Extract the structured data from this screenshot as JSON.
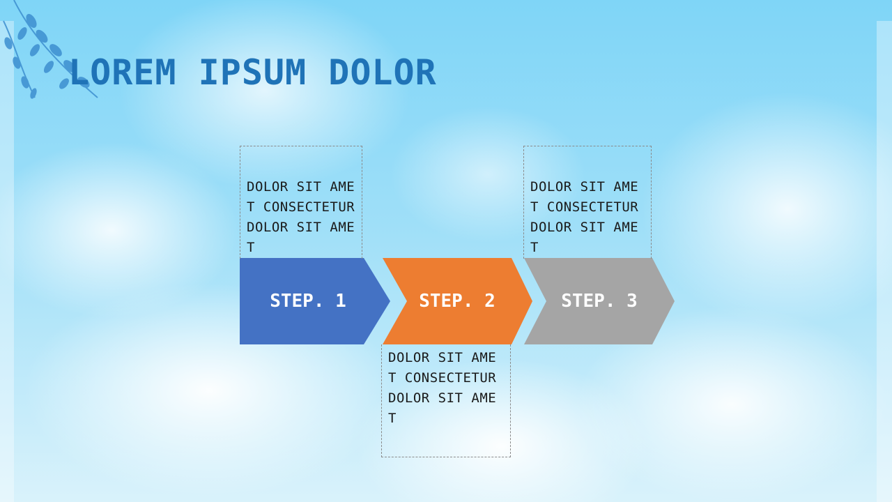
{
  "title": "LOREM IPSUM DOLOR",
  "steps": [
    {
      "label": "STEP. 1",
      "text": "DOLOR SIT AMET CONSECTETUR DOLOR SIT AMET",
      "color": "#4472c4"
    },
    {
      "label": "STEP. 2",
      "text": "DOLOR SIT AMET CONSECTETUR DOLOR SIT AMET",
      "color": "#ed7d31"
    },
    {
      "label": "STEP. 3",
      "text": "DOLOR SIT AMET CONSECTETUR DOLOR SIT AMET",
      "color": "#a5a5a5"
    }
  ],
  "colors": {
    "title": "#1f73b7",
    "sky": "#7fd5f7"
  },
  "icons": {
    "corner_decoration": "leaf-branch-icon"
  }
}
